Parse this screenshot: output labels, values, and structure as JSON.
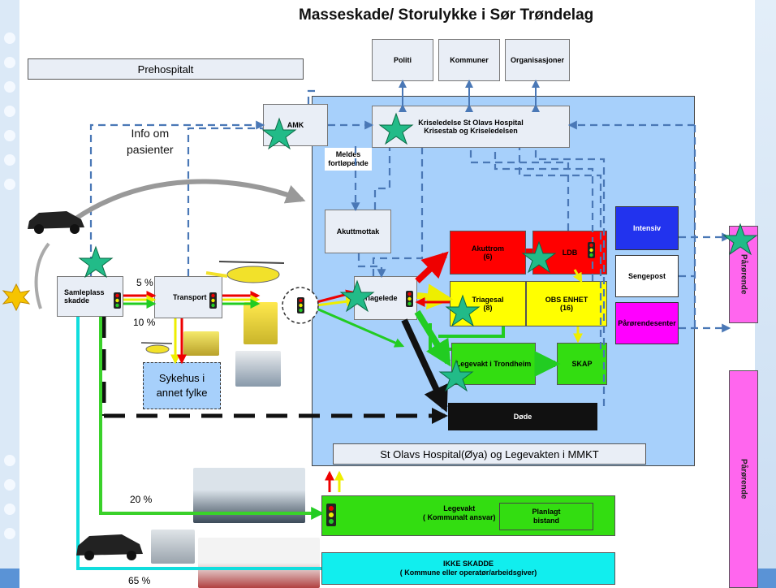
{
  "title": "Masseskade/  Storulykke i Sør Trøndelag",
  "prehospital": "Prehospitalt",
  "top_boxes": {
    "politi": "Politi",
    "kommuner": "Kommuner",
    "organisasjoner": "Organisasjoner"
  },
  "amk": "AMK",
  "kriseledelse_line1": "Kriseledelse St  Olavs Hospital",
  "kriseledelse_line2": "Krisestab og Kriseledelsen",
  "info_line1": "Info om",
  "info_line2": "pasienter",
  "meldes_line1": "Meldes",
  "meldes_line2": "fortløpende",
  "akuttmottak": "Akuttmottak",
  "samleplass_line1": "Samleplass",
  "samleplass_line2": "skadde",
  "transport": "Transport",
  "triagelede": "Triagelede",
  "pct_5": "5 %",
  "pct_10": "10 %",
  "pct_20": "20 %",
  "pct_65": "65 %",
  "akuttrom_line1": "Akuttrom",
  "akuttrom_line2": "(6)",
  "ldb": "LDB",
  "triagesal_line1": "Triagesal",
  "triagesal_line2": "(8)",
  "obs_line1": "OBS ENHET",
  "obs_line2": "(16)",
  "legevakt_trondheim": "Legevakt i Trondheim",
  "skap": "SKAP",
  "dode": "Døde",
  "intensiv": "Intensiv",
  "sengepost": "Sengepost",
  "parorendesenter": "Pårørendesenter",
  "parorende_top": "Pårørende",
  "parorende_bottom": "Pårørende",
  "sykehus_line1": "Sykehus i",
  "sykehus_line2": "annet fylke",
  "st_olavs_label": "St Olavs Hospital(Øya)  og Legevakten i MMKT",
  "legevakt_line1": "Legevakt",
  "legevakt_line2": "(  Kommunalt ansvar)",
  "planlagt_line1": "Planlagt",
  "planlagt_line2": "bistand",
  "ikke_line1": "IKKE SKADDE",
  "ikke_line2": "(  Kommune eller operatør/arbeidsgiver)",
  "colors": {
    "hospital_bg": "#a7d0fb",
    "red": "#ff0000",
    "yellow": "#ffff00",
    "green": "#33dd11",
    "dark_blue": "#2233ee",
    "magenta": "#ff00ff",
    "pink": "#ff66ee",
    "cyan": "#11eeee",
    "light_box": "#e9eef6",
    "star": "#22bb88"
  }
}
